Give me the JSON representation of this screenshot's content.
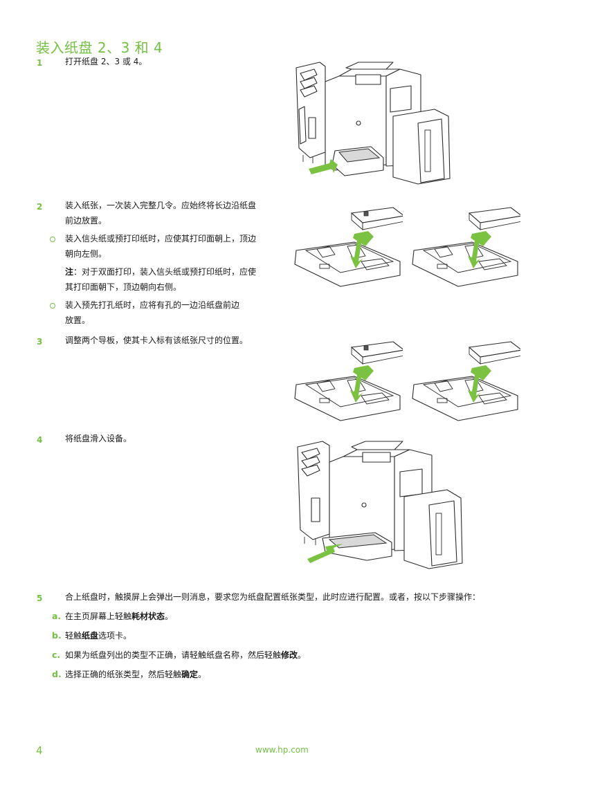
{
  "title": "装入纸盘 2、3 和 4",
  "steps": {
    "s1": {
      "num": "1",
      "text": "打开纸盘 2、3 或 4。"
    },
    "s2": {
      "num": "2",
      "line1": "装入纸张，一次装入完整几令。应始终将长边沿纸盘",
      "line2": "前边放置。",
      "b1_line1": "装入信头纸或预打印纸时，应使其打印面朝上，顶边",
      "b1_line2": "朝向左侧。",
      "note_label": "注",
      "note_line1": "：对于双面打印，装入信头纸或预打印纸时，应使",
      "note_line2": "其打印面朝下，顶边朝向右侧。",
      "b2_line1": "装入预先打孔纸时，应将有孔的一边沿纸盘前边",
      "b2_line2": "放置。"
    },
    "s3": {
      "num": "3",
      "text": "调整两个导板，使其卡入标有该纸张尺寸的位置。"
    },
    "s4": {
      "num": "4",
      "text": "将纸盘滑入设备。"
    },
    "s5": {
      "num": "5",
      "text": "合上纸盘时，触摸屏上会弹出一则消息，要求您为纸盘配置纸张类型，此时应进行配置。或者，按以下步骤操作：",
      "a": {
        "letter": "a.",
        "pre": "在主页屏幕上轻触",
        "bold": "耗材状态",
        "post": "。"
      },
      "b": {
        "letter": "b.",
        "pre": "轻触",
        "bold": "纸盘",
        "post": "选项卡。"
      },
      "c": {
        "letter": "c.",
        "pre": "如果为纸盘列出的类型不正确，请轻触纸盘名称，然后轻触",
        "bold": "修改",
        "post": "。"
      },
      "d": {
        "letter": "d.",
        "pre": "选择正确的纸张类型，然后轻触",
        "bold": "确定",
        "post": "。"
      }
    }
  },
  "footer": {
    "page": "4",
    "url": "www.hp.com"
  },
  "colors": {
    "accent": "#73c043",
    "arrow": "#7bc142"
  }
}
